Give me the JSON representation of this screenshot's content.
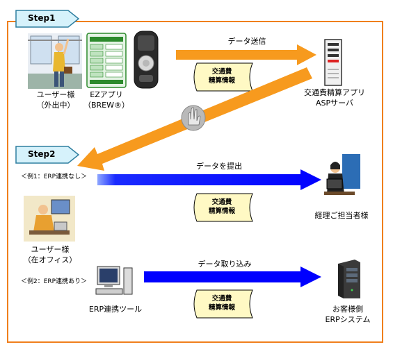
{
  "steps": {
    "step1": "Step1",
    "step2": "Step2"
  },
  "step1": {
    "user_label_1": "ユーザー様",
    "user_label_2": "（外出中）",
    "app_label_1": "EZアプリ",
    "app_label_2": "（BREW®）",
    "arrow_label": "データ送信",
    "server_label_1": "交通費精算アプリ",
    "server_label_2": "ASPサーバ",
    "doc_line1": "交通費",
    "doc_line2": "精算情報"
  },
  "step2": {
    "example1": "＜例1：ERP連携なし＞",
    "example1_arrow": "データを提出",
    "manager_label": "経理ご担当者様",
    "doc1_line1": "交通費",
    "doc1_line2": "精算情報",
    "user_label_1": "ユーザー様",
    "user_label_2": "（在オフィス）",
    "example2": "＜例2：ERP連携あり＞",
    "example2_arrow": "データ取り込み",
    "tool_label": "ERP連携ツール",
    "customer_label_1": "お客様側",
    "customer_label_2": "ERPシステム",
    "doc2_line1": "交通費",
    "doc2_line2": "精算情報"
  },
  "colors": {
    "frame": "#f07f1c",
    "orange_arrow": "#f79a1e",
    "blue_arrow": "#0000ff",
    "doc_fill": "#fff9c4",
    "step_fill": "#d6f2fb",
    "step_border": "#2f7fa0"
  }
}
